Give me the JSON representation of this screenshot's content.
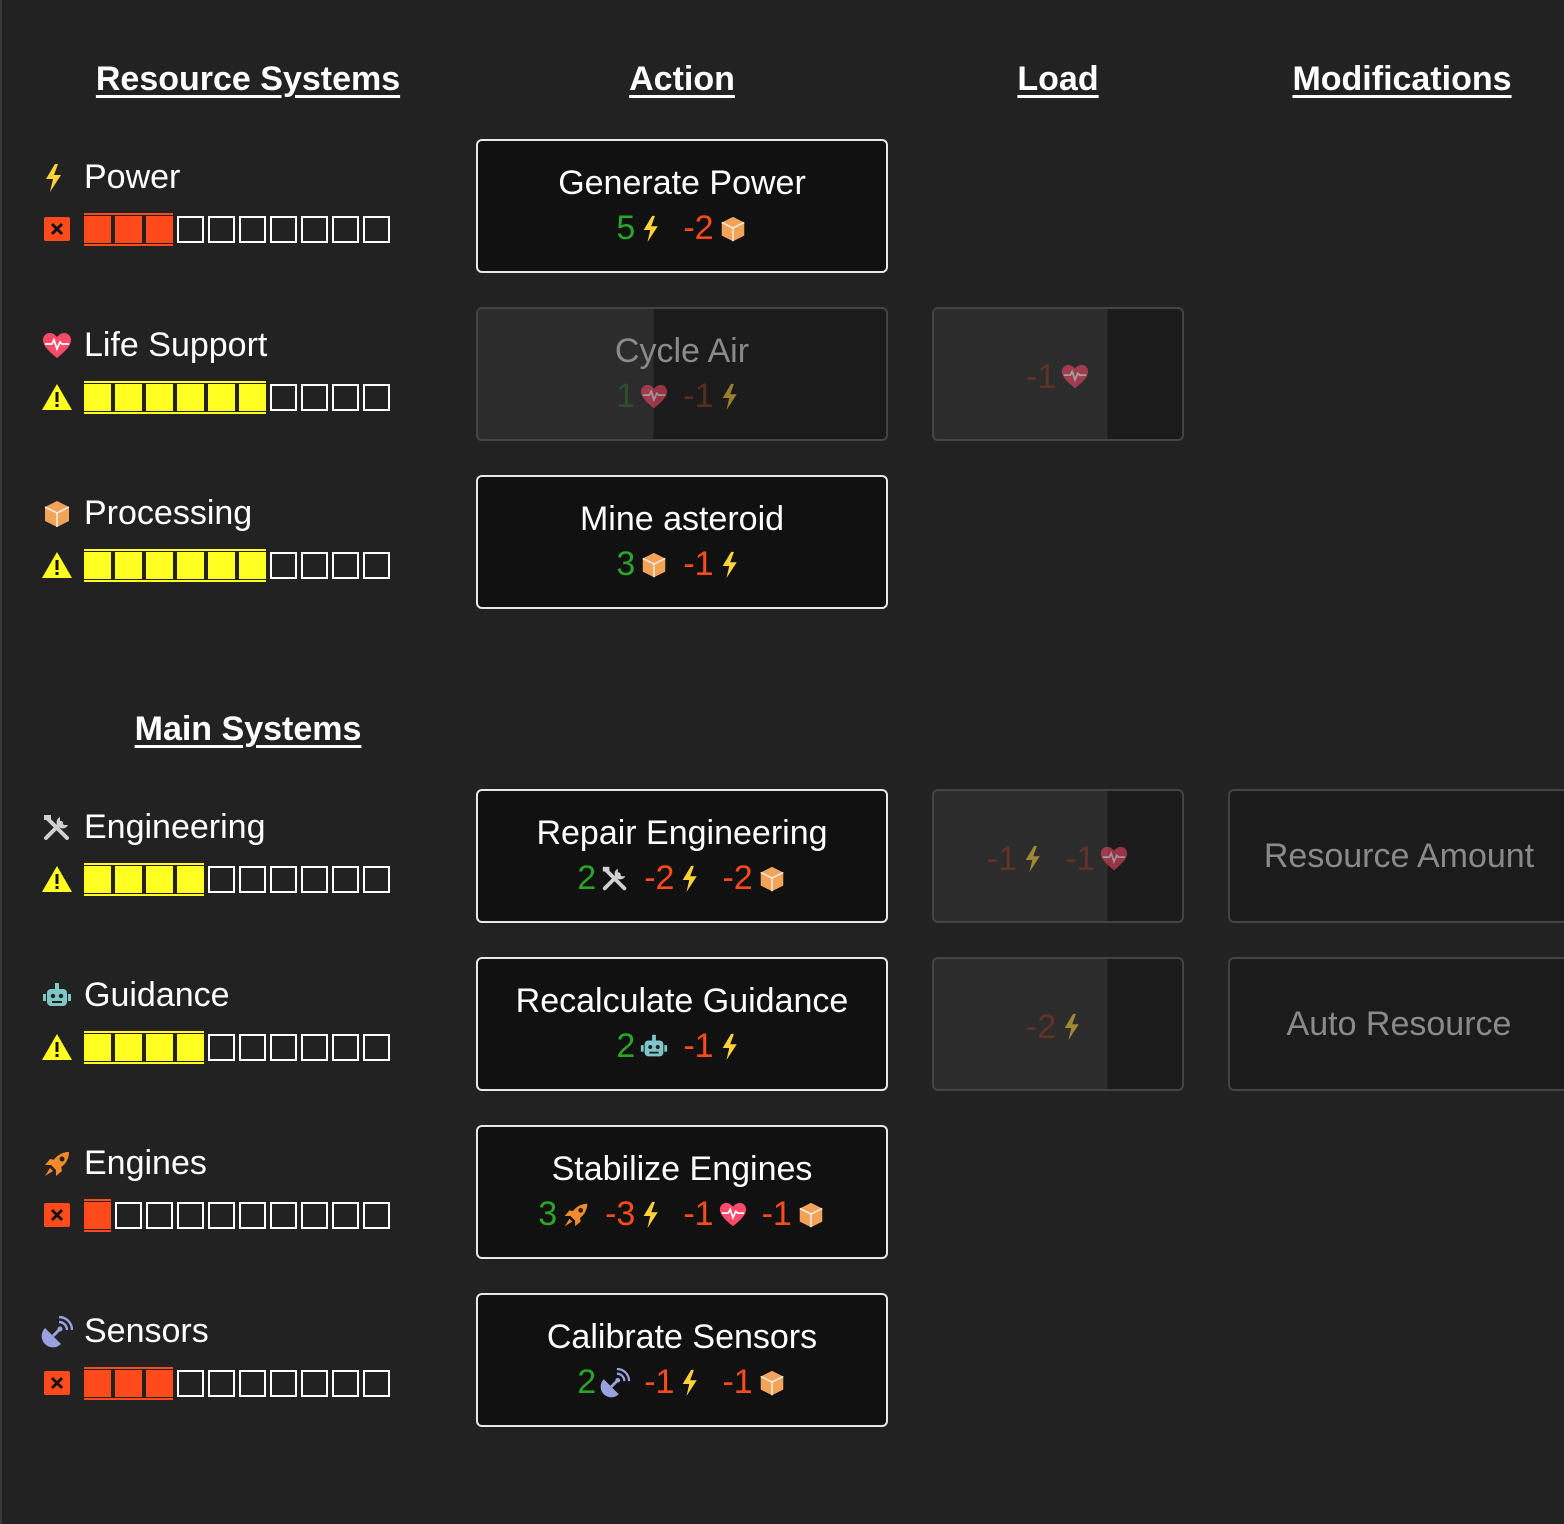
{
  "headers": {
    "resource_systems": "Resource Systems",
    "action": "Action",
    "load": "Load",
    "modifications": "Modifications",
    "main_systems": "Main Systems"
  },
  "colors": {
    "critical": "#ff4a1c",
    "warning": "#ffff22",
    "gain": "#2aa52a",
    "cost": "#ff4a1c",
    "power": "#ffd23a",
    "life": "#ff4a6a",
    "processing": "#f2a35a",
    "guidance": "#7fc7c7",
    "engines": "#f08a2a",
    "sensors": "#9aa0e0"
  },
  "systems": [
    {
      "name": "Power",
      "icon": "lightning-icon",
      "status": "critical-icon",
      "level": 3,
      "max": 10,
      "action": {
        "title": "Generate Power",
        "effects": [
          {
            "v": "5",
            "icon": "lightning-icon"
          },
          {
            "v": "-2",
            "icon": "cube-icon"
          }
        ]
      }
    },
    {
      "name": "Life Support",
      "icon": "heartbeat-icon",
      "status": "warning-icon",
      "level": 6,
      "max": 10,
      "action": {
        "title": "Cycle Air",
        "disabled": true,
        "effects": [
          {
            "v": "1",
            "icon": "heartbeat-icon"
          },
          {
            "v": "-1",
            "icon": "lightning-icon"
          }
        ]
      },
      "load": {
        "effects": [
          {
            "v": "-1",
            "icon": "heartbeat-icon"
          }
        ]
      }
    },
    {
      "name": "Processing",
      "icon": "cube-icon",
      "status": "warning-icon",
      "level": 6,
      "max": 10,
      "action": {
        "title": "Mine asteroid",
        "effects": [
          {
            "v": "3",
            "icon": "cube-icon"
          },
          {
            "v": "-1",
            "icon": "lightning-icon"
          }
        ]
      }
    },
    {
      "name": "Engineering",
      "icon": "tools-icon",
      "status": "warning-icon",
      "level": 4,
      "max": 10,
      "action": {
        "title": "Repair Engineering",
        "effects": [
          {
            "v": "2",
            "icon": "tools-icon"
          },
          {
            "v": "-2",
            "icon": "lightning-icon"
          },
          {
            "v": "-2",
            "icon": "cube-icon"
          }
        ]
      },
      "load": {
        "effects": [
          {
            "v": "-1",
            "icon": "lightning-icon"
          },
          {
            "v": "-1",
            "icon": "heartbeat-icon"
          }
        ]
      },
      "mod": "Resource Amount"
    },
    {
      "name": "Guidance",
      "icon": "robot-icon",
      "status": "warning-icon",
      "level": 4,
      "max": 10,
      "action": {
        "title": "Recalculate Guidance",
        "effects": [
          {
            "v": "2",
            "icon": "robot-icon"
          },
          {
            "v": "-1",
            "icon": "lightning-icon"
          }
        ]
      },
      "load": {
        "effects": [
          {
            "v": "-2",
            "icon": "lightning-icon"
          }
        ]
      },
      "mod": "Auto Resource"
    },
    {
      "name": "Engines",
      "icon": "rocket-icon",
      "status": "critical-icon",
      "level": 1,
      "max": 10,
      "action": {
        "title": "Stabilize Engines",
        "effects": [
          {
            "v": "3",
            "icon": "rocket-icon"
          },
          {
            "v": "-3",
            "icon": "lightning-icon"
          },
          {
            "v": "-1",
            "icon": "heartbeat-icon"
          },
          {
            "v": "-1",
            "icon": "cube-icon"
          }
        ]
      }
    },
    {
      "name": "Sensors",
      "icon": "satellite-icon",
      "status": "critical-icon",
      "level": 3,
      "max": 10,
      "action": {
        "title": "Calibrate Sensors",
        "effects": [
          {
            "v": "2",
            "icon": "satellite-icon"
          },
          {
            "v": "-1",
            "icon": "lightning-icon"
          },
          {
            "v": "-1",
            "icon": "cube-icon"
          }
        ]
      }
    }
  ]
}
